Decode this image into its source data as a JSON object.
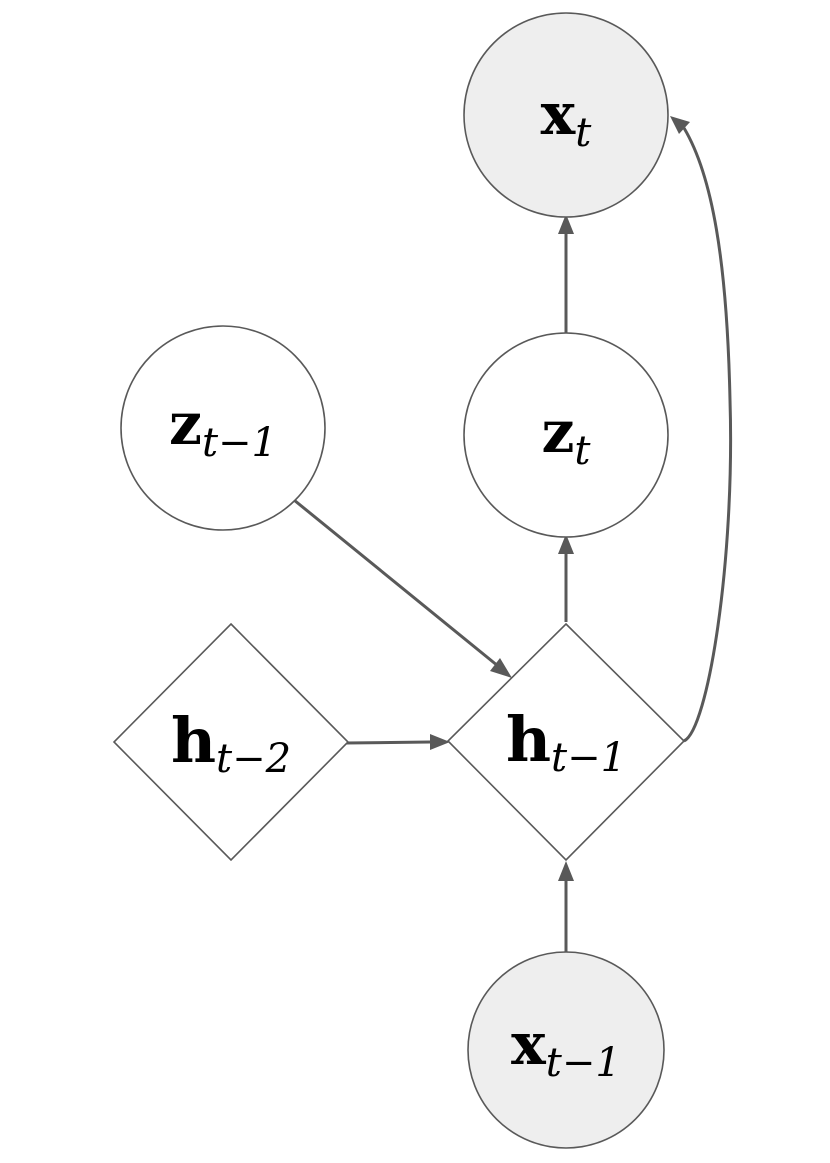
{
  "nodes": {
    "x_t": {
      "symbol": "x",
      "subscript": "t",
      "kind": "observed"
    },
    "z_t": {
      "symbol": "z",
      "subscript": "t",
      "kind": "latent"
    },
    "z_t_minus_1": {
      "symbol": "z",
      "subscript": "t−1",
      "kind": "latent"
    },
    "h_t_minus_2": {
      "symbol": "h",
      "subscript": "t−2",
      "kind": "deterministic"
    },
    "h_t_minus_1": {
      "symbol": "h",
      "subscript": "t−1",
      "kind": "deterministic"
    },
    "x_t_minus_1": {
      "symbol": "x",
      "subscript": "t−1",
      "kind": "observed"
    }
  },
  "edges": [
    {
      "from": "z_t",
      "to": "x_t"
    },
    {
      "from": "h_t_minus_1",
      "to": "z_t"
    },
    {
      "from": "z_t_minus_1",
      "to": "h_t_minus_1"
    },
    {
      "from": "h_t_minus_2",
      "to": "h_t_minus_1"
    },
    {
      "from": "x_t_minus_1",
      "to": "h_t_minus_1"
    },
    {
      "from": "h_t_minus_1",
      "to": "x_t"
    }
  ],
  "colors": {
    "stroke": "#595959",
    "observed_fill": "#eeeeee",
    "latent_fill": "#ffffff"
  }
}
